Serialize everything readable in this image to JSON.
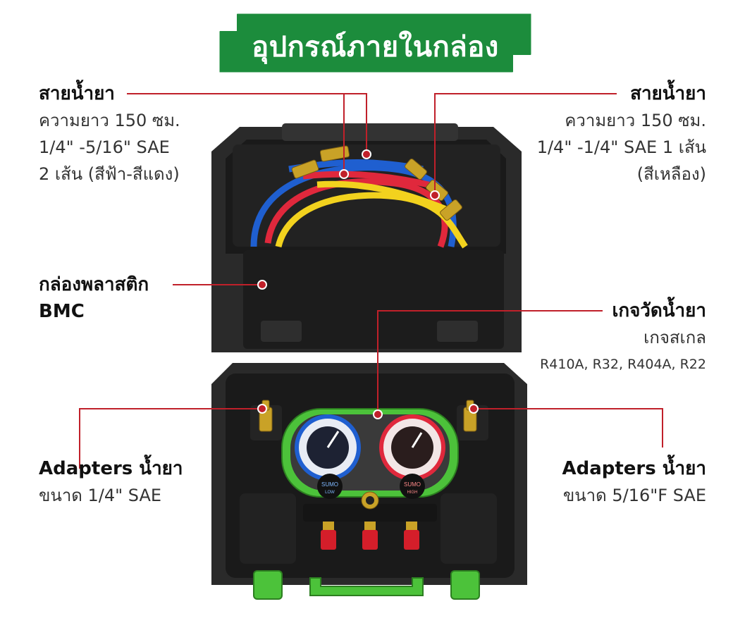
{
  "banner": {
    "title": "อุปกรณ์ภายในกล่อง",
    "color": "#1c8c3c"
  },
  "labels": {
    "hose_left": {
      "title": "สายน้ำยา",
      "lines": [
        "ความยาว 150 ซม.",
        "1/4\" -5/16\" SAE",
        "2 เส้น (สีฟ้า-สีแดง)"
      ]
    },
    "hose_right": {
      "title": "สายน้ำยา",
      "lines": [
        "ความยาว 150 ซม.",
        "1/4\" -1/4\" SAE 1 เส้น",
        "(สีเหลือง)"
      ]
    },
    "case": {
      "title": "กล่องพลาสติก",
      "lines": [
        "BMC"
      ]
    },
    "gauge": {
      "title": "เกจวัดน้ำยา",
      "lines": [
        "เกจสเกล",
        "R410A, R32, R404A, R22"
      ]
    },
    "adapter_left": {
      "title": "Adapters น้ำยา",
      "lines": [
        "ขนาด 1/4\" SAE"
      ]
    },
    "adapter_right": {
      "title": "Adapters น้ำยา",
      "lines": [
        "ขนาด 5/16\"F SAE"
      ]
    }
  },
  "gauge_face": {
    "low_brand": "SUMO",
    "low_label": "LOW",
    "high_brand": "SUMO",
    "high_label": "HIGH"
  },
  "colors": {
    "leader": "#c0202a",
    "case": "#1e1e1e",
    "green": "#3cb43c",
    "blue_hose": "#1f5fd0",
    "red_hose": "#e0283c",
    "yellow_hose": "#f2d21e"
  }
}
